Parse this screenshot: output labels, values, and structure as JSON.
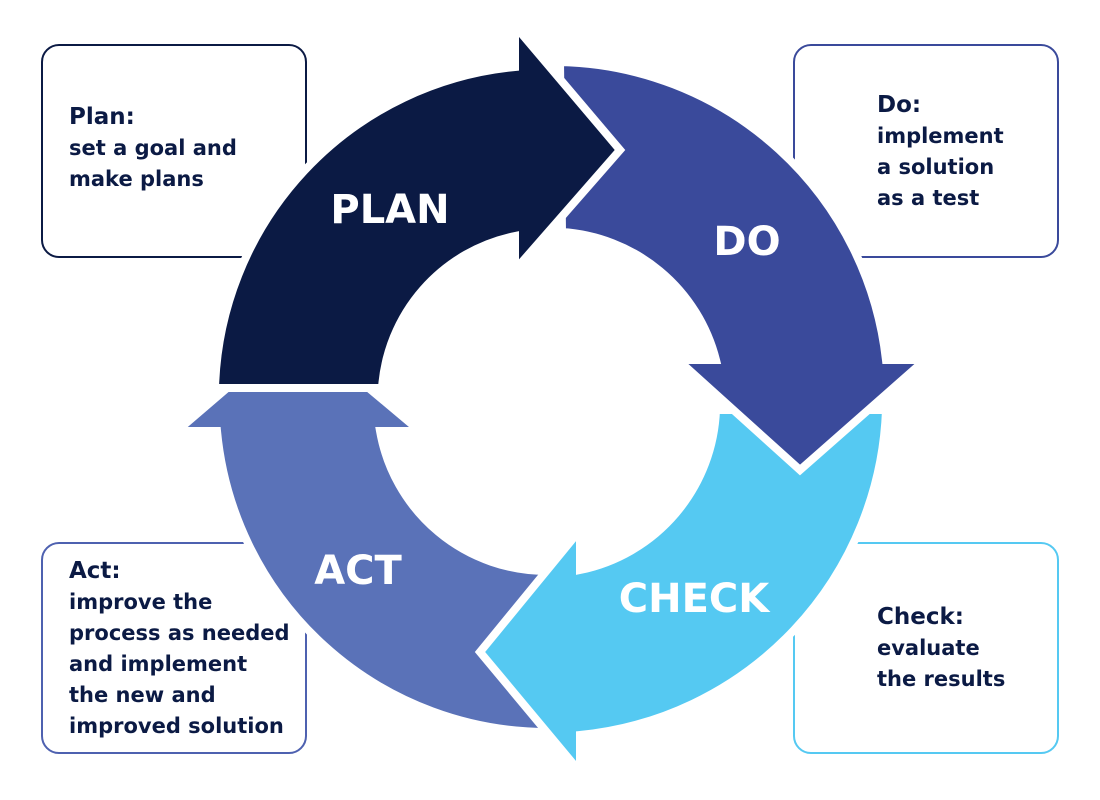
{
  "cycle": {
    "plan_label": "PLAN",
    "do_label": "DO",
    "check_label": "CHECK",
    "act_label": "ACT"
  },
  "cards": {
    "plan": {
      "heading": "Plan:",
      "lines": [
        "set a goal and",
        "make plans"
      ]
    },
    "do": {
      "heading": "Do:",
      "lines": [
        "implement",
        "a solution",
        "as a test"
      ]
    },
    "check": {
      "heading": "Check:",
      "lines": [
        "evaluate",
        "the results"
      ]
    },
    "act": {
      "heading": "Act:",
      "lines": [
        "improve the",
        "process as needed",
        "and implement",
        "the new and",
        "improved solution"
      ]
    }
  },
  "colors": {
    "plan": "#0b1a44",
    "do": "#3a4a9b",
    "check": "#55c9f2",
    "act": "#5a72b8",
    "text": "#0b1a44"
  }
}
